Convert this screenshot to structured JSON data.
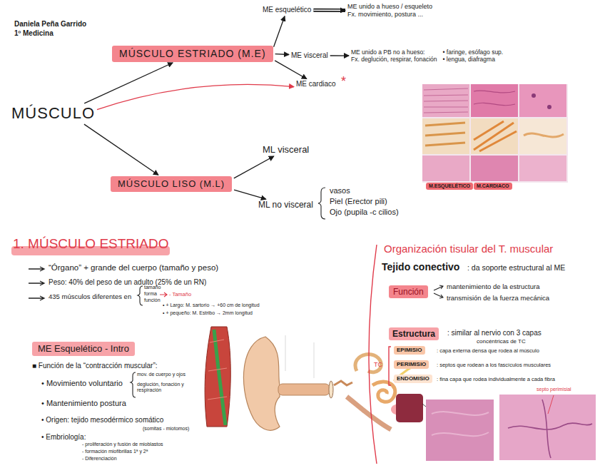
{
  "diagram": {
    "nodes": [
      {
        "text": [
          "MÚSCULO"
        ]
      },
      {
        "text": [
          "MÚSCULO ESTRIADO (M.E)"
        ]
      },
      {
        "text": [
          "ME esquelético"
        ]
      },
      {
        "text": [
          "ME unido a hueso / esqueleto",
          "Fx. movimiento, postura ..."
        ]
      },
      {
        "text": [
          "ME visceral"
        ]
      },
      {
        "text": [
          "ME unido a PB no a hueso:",
          "Fx. deglución, respirar, fonación",
          "• faringe, esófago sup.",
          "• lengua, diafragma"
        ]
      },
      {
        "text": [
          "ME cardiaco"
        ]
      },
      {
        "text": [
          "MÚSCULO LISO (M.L)"
        ]
      },
      {
        "text": [
          "ML visceral"
        ]
      },
      {
        "text": [
          "ML no visceral"
        ]
      },
      {
        "text": [
          "M.ESQUELÉTICO"
        ]
      },
      {
        "text": [
          "M.CARDIACO"
        ]
      },
      {
        "text": [
          "ME Esquelético - Intro"
        ]
      },
      {
        "text": [
          "Función"
        ]
      },
      {
        "text": [
          "Estructura"
        ]
      },
      {
        "text": [
          "EPIMISIO"
        ]
      },
      {
        "text": [
          "PERIMISIO"
        ]
      },
      {
        "text": [
          "ENDOMISIO"
        ]
      }
    ],
    "edges": [
      {
        "from": 0,
        "to": 1,
        "arrow": "to"
      },
      {
        "from": 0,
        "to": 6,
        "arrow": "to"
      },
      {
        "from": 0,
        "to": 7,
        "arrow": "to"
      },
      {
        "from": 1,
        "to": 2,
        "arrow": "to"
      },
      {
        "from": 2,
        "to": 3,
        "arrow": "to"
      },
      {
        "from": 1,
        "to": 4,
        "arrow": "to"
      },
      {
        "from": 4,
        "to": 5,
        "arrow": "to"
      },
      {
        "from": 1,
        "to": 6,
        "arrow": "to"
      },
      {
        "from": 7,
        "to": 8,
        "arrow": "to"
      },
      {
        "from": 7,
        "to": 9,
        "arrow": "to"
      }
    ],
    "labels": [
      "Daniela Peña Garrido",
      "1º Medicina",
      "*",
      "vasos",
      "Piel (Erector pili)",
      "Ojo (pupila -c cilios)",
      "1. MÚSCULO ESTRIADO",
      "“Órgano” + grande del cuerpo (tamaño y peso)",
      "Peso: 40% del peso de un adulto (25% de un RN)",
      "435 músculos diferentes en",
      "tamaño",
      "forma",
      "función",
      "- Tamaño",
      "• + Largo: M. sartorio → +60 cm de longitud",
      "• + pequeño: M. Estribo → 2mm longitud",
      "■ Función de la “contracción muscular”:",
      "• Movimiento voluntario",
      "mov. de cuerpo y ojos",
      "deglución, fonación y respiración",
      "• Mantenimiento postura",
      "• Origen: tejido mesodérmico somático",
      "(somitas - miotomos)",
      "• Embriología:",
      "- proliferación y fusión de mioblastos",
      "- formación miofibrillas 1ª y 2ª",
      "- Diferenciación",
      "Organización tisular del T. muscular",
      "Tejido conectivo",
      ": da soporte estructural al ME",
      "mantenimiento de la estructura",
      "transmisión de la fuerza mecánica",
      ": similar al nervio con 3 capas",
      "concéntricas de TC",
      "TC",
      ": capa externa densa que rodea al músculo",
      ": septos que rodean a los fascículos musculares",
      ": fina capa que rodea individualmente a cada fibra",
      "septo perimisial"
    ]
  }
}
